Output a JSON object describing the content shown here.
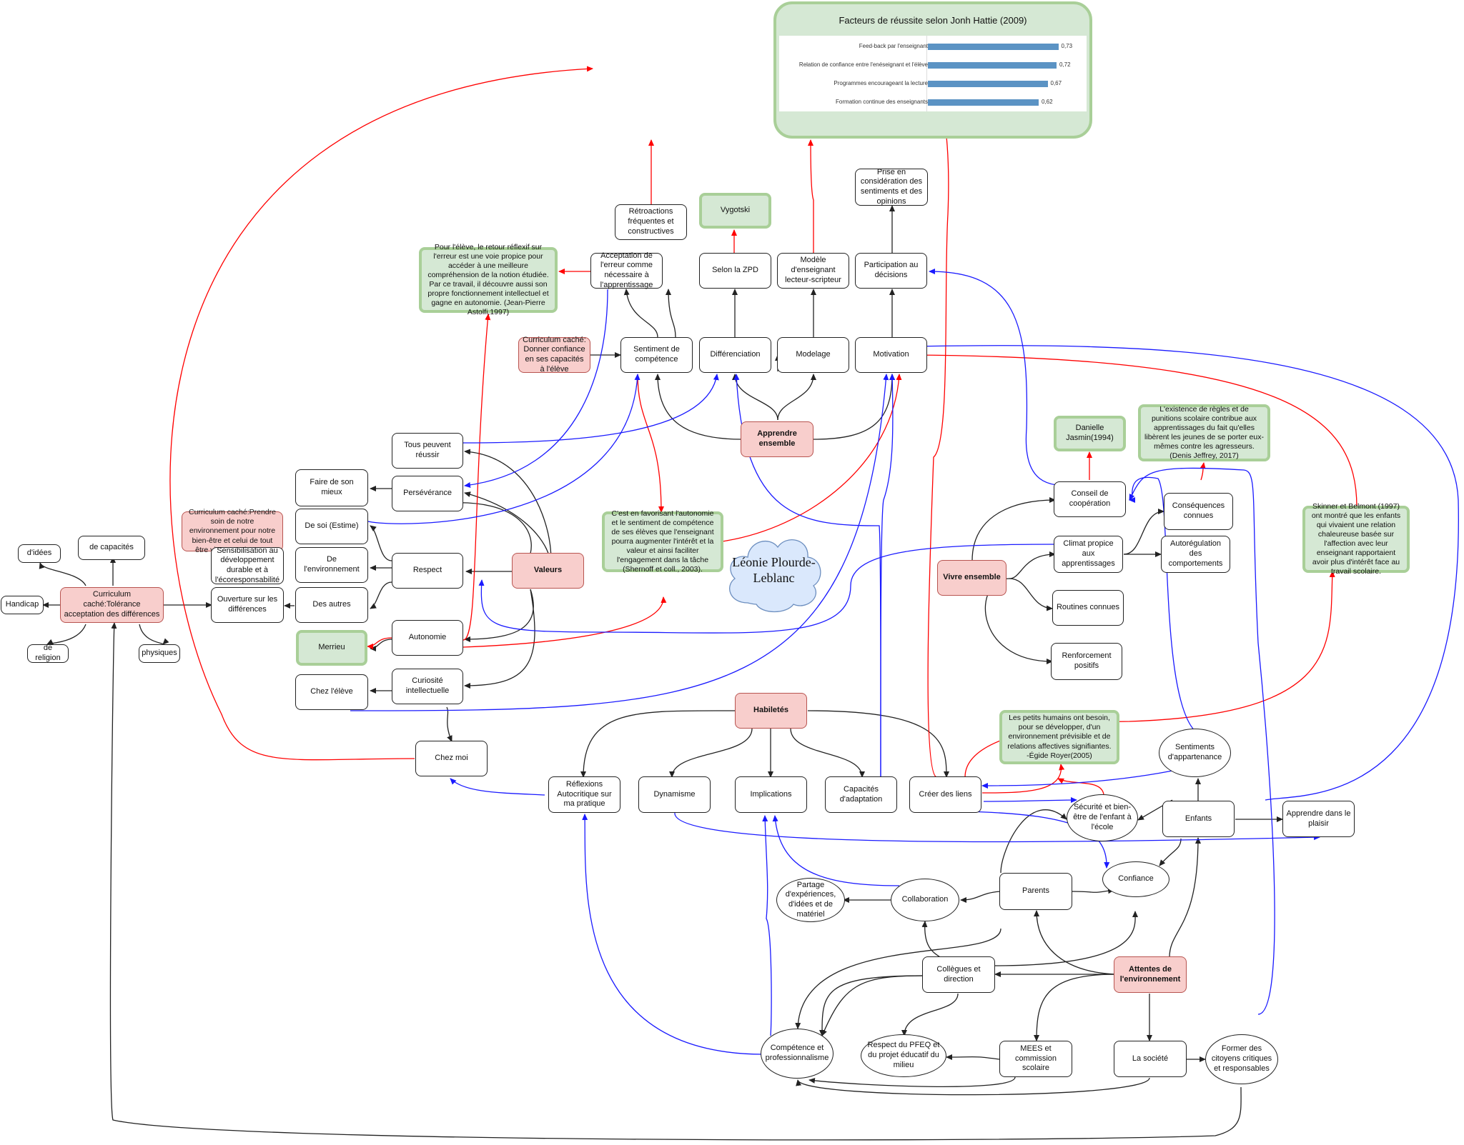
{
  "colors": {
    "black": "#222222",
    "red": "#ff0000",
    "blue": "#1a1aff",
    "pink_fill": "#f8cecc",
    "pink_border": "#b85450",
    "green_fill": "#d5e8d4",
    "green_border": "#a9cf98",
    "bar": "#5b93c4",
    "cloud_fill": "#dae8fc",
    "cloud_border": "#6c8ebf"
  },
  "hattie": {
    "title": "Facteurs de réussite selon Jonh Hattie (2009)",
    "chart_data": {
      "type": "bar",
      "orientation": "horizontal",
      "categories": [
        "Feed-back par l'enseignant",
        "Relation de confiance entre l'enéseignant et l'élève",
        "Programmes encourageant la lecture",
        "Formation continue des enseignants"
      ],
      "values": [
        0.73,
        0.72,
        0.67,
        0.62
      ],
      "value_labels": [
        "0,73",
        "0,72",
        "0,67",
        "0,62"
      ],
      "xlim": [
        0,
        0.8
      ]
    }
  },
  "cloud": {
    "text": "Léonie Plourde-Leblanc"
  },
  "nodes": {
    "retroactions": "Rétroactions fréquentes et constructives",
    "vygotski": "Vygotski",
    "prise": "Prise en considération des sentiments et des opinions",
    "astolfi": "Pour l'élève, le retour réflexif sur l'erreur est une voie propice pour accéder à une meilleure compréhension de la notion étudiée. Par ce travail, il découvre aussi son propre fonctionnement intellectuel et gagne en autonomie. (Jean-Pierre Astolfi,1997)",
    "acceptation": "Acceptation de l'erreur comme nécessaire à l'apprentissage",
    "zpd": "Selon la ZPD",
    "modele_lecteur": "Modèle d'enseignant lecteur-scripteur",
    "participation": "Participation au décisions",
    "curr_confiance": "Curriculum caché: Donner confiance en ses capacités à l'élève",
    "sentiment_comp": "Sentiment de compétence",
    "differenciation": "Différenciation",
    "modelage": "Modelage",
    "motivation": "Motivation",
    "danielle": "Danielle Jasmin(1994)",
    "jeffrey": "L'existence de règles et de punitions scolaire contribue aux apprentissages du fait qu'elles libèrent les jeunes de se porter eux-mêmes contre les agresseurs. (Denis Jeffrey, 2017)",
    "apprendre_ensemble": "Apprendre ensemble",
    "tous_reussir": "Tous peuvent réussir",
    "faire_mieux": "Faire de son mieux",
    "perseverance": "Persévérance",
    "curr_terre": "Curriculum caché:Prendre soin de notre environnement pour notre bien-être et celui de tout être vivant sur la Terre",
    "de_soi": "De soi (Estime)",
    "shernoff": "C'est en favorisant l'autonomie et le sentiment de compétence de ses élèves que l'enseignant pourra augmenter l'intérêt et la valeur et ainsi faciliter l'engagement dans la tâche (Shernoff et coll., 2003).",
    "conseil": "Conseil de coopération",
    "consequences": "Conséquences connues",
    "skinner": "Skinner et Belmont (1997) ont montré que les enfants qui vivaient une relation chaleureuse basée sur l'affection avec leur enseignant rapportaient avoir plus d'intérêt face au travail scolaire.",
    "idees": "d'idées",
    "capacites": "de capacités",
    "sensibilisation": "Sensibilisation au développement durable et à l'écoresponsabilité",
    "de_env": "De l'environnement",
    "respect": "Respect",
    "valeurs": "Valeurs",
    "climat": "Climat propice aux apprentissages",
    "autoregulation": "Autorégulation des comportements",
    "vivre_ensemble": "Vivre ensemble",
    "handicap": "Handicap",
    "curr_tolerance": "Curriculum caché:Tolérance acceptation des différences",
    "ouverture": "Ouverture sur les différences",
    "des_autres": "Des autres",
    "routines": "Routines connues",
    "religion": "de religion",
    "physiques": "physiques",
    "merrieu": "Merrieu",
    "autonomie": "Autonomie",
    "renforcement": "Renforcement positifs",
    "chez_eleve": "Chez l'élève",
    "curiosite": "Curiosité intellectuelle",
    "habiletes": "Habiletés",
    "royer": "Les petits humains ont besoin, pour se développer, d'un environnement prévisible et de relations affectives signifiantes. -Égide Royer(2005)",
    "chez_moi": "Chez moi",
    "sentiments_app": "Sentiments d'appartenance",
    "reflexions": "Réflexions Autocritique sur ma pratique",
    "dynamisme": "Dynamisme",
    "implications": "Implications",
    "capacites_adapt": "Capacités d'adaptation",
    "creer_liens": "Créer des liens",
    "securite": "Sécurité et bien-être de l'enfant à l'école",
    "enfants": "Enfants",
    "apprendre_plaisir": "Apprendre dans le plaisir",
    "confiance": "Confiance",
    "partage": "Partage d'expériences, d'idées et de matériel",
    "collaboration": "Collaboration",
    "parents": "Parents",
    "collegues": "Collègues et direction",
    "attentes": "Attentes de l'environnement",
    "competence_pro": "Compétence et professionnalisme",
    "respect_pfeq": "Respect du PFEQ et du projet éducatif du milieu",
    "mees": "MEES et commission scolaire",
    "societe": "La société",
    "citoyens": "Former des citoyens critiques et responsables"
  }
}
